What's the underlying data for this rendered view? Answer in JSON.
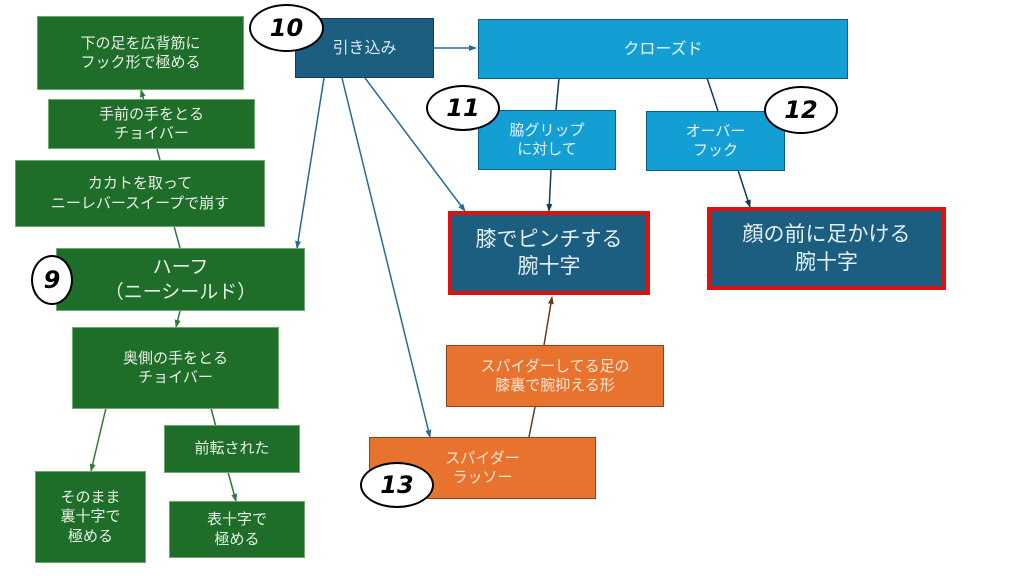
{
  "diagram": {
    "colors": {
      "green": "#1e6e2a",
      "navy": "#1b5e80",
      "sky": "#139fd3",
      "orange": "#e8732e",
      "highlight_border": "#e01010"
    },
    "nodes": {
      "lower_leg_hook": {
        "lines": [
          "下の足を広背筋に",
          "フック形で極める"
        ]
      },
      "near_arm_choibar": {
        "lines": [
          "手前の手をとる",
          "チョイバー"
        ]
      },
      "kakato_sweep": {
        "lines": [
          "カカトを取って",
          "ニーレバースイープで崩す"
        ]
      },
      "half_knee_shield": {
        "lines": [
          "ハーフ",
          "（ニーシールド）"
        ]
      },
      "far_arm_choibar": {
        "lines": [
          "奥側の手をとる",
          "チョイバー"
        ]
      },
      "rolled": {
        "lines": [
          "前転された"
        ]
      },
      "ura_juji": {
        "lines": [
          "そのまま",
          "裏十字で",
          "極める"
        ]
      },
      "omote_juji": {
        "lines": [
          "表十字で",
          "極める"
        ]
      },
      "hikikomi": {
        "lines": [
          "引き込み"
        ]
      },
      "closed": {
        "lines": [
          "クローズド"
        ]
      },
      "armpit_grip": {
        "lines": [
          "脇グリップ",
          "に対して"
        ]
      },
      "overhook": {
        "lines": [
          "オーバー",
          "フック"
        ]
      },
      "knee_pinch_armbar": {
        "lines": [
          "膝でピンチする",
          "腕十字"
        ]
      },
      "leg_face_armbar": {
        "lines": [
          "顔の前に足かける",
          "腕十字"
        ]
      },
      "spider_knee_shape": {
        "lines": [
          "スパイダーしてる足の",
          "膝裏で腕抑える形"
        ]
      },
      "spider_lasso": {
        "lines": [
          "スパイダー",
          "ラッソー"
        ]
      }
    },
    "badges": [
      "9",
      "10",
      "11",
      "12",
      "13"
    ],
    "edges": [
      {
        "from": "kakato_sweep",
        "to": "lower_leg_hook"
      },
      {
        "from": "half_knee_shield",
        "to": "kakato_sweep"
      },
      {
        "from": "half_knee_shield",
        "to": "far_arm_choibar"
      },
      {
        "from": "far_arm_choibar",
        "to": "ura_juji"
      },
      {
        "from": "far_arm_choibar",
        "to": "rolled"
      },
      {
        "from": "rolled",
        "to": "omote_juji"
      },
      {
        "from": "hikikomi",
        "to": "closed"
      },
      {
        "from": "hikikomi",
        "to": "half_knee_shield"
      },
      {
        "from": "hikikomi",
        "to": "spider_lasso"
      },
      {
        "from": "hikikomi",
        "to": "knee_pinch_armbar"
      },
      {
        "from": "closed",
        "to": "armpit_grip"
      },
      {
        "from": "closed",
        "to": "overhook"
      },
      {
        "from": "armpit_grip",
        "to": "knee_pinch_armbar"
      },
      {
        "from": "overhook",
        "to": "leg_face_armbar"
      },
      {
        "from": "spider_lasso",
        "to": "spider_knee_shape"
      },
      {
        "from": "spider_knee_shape",
        "to": "knee_pinch_armbar"
      }
    ]
  }
}
